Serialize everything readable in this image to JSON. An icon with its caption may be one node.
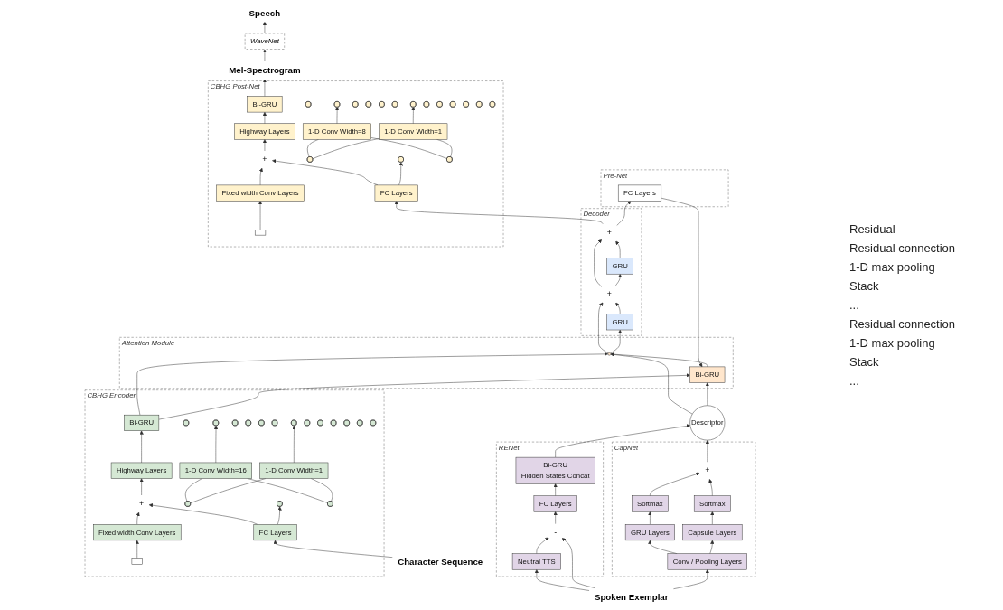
{
  "diagram": {
    "nodes": [
      {
        "text": [
          "Spoken Exemplar"
        ]
      },
      {
        "text": [
          "CapNet"
        ]
      },
      {
        "text": [
          "Conv / Pooling Layers"
        ],
        "in": 1
      },
      {
        "text": [
          "Capsule Layers"
        ],
        "in": 1
      },
      {
        "text": [
          "GRU Layers"
        ],
        "in": 1
      },
      {
        "text": [
          "Softmax"
        ],
        "in": 1
      },
      {
        "text": [
          "Softmax"
        ],
        "in": 1
      },
      {
        "text": [
          "+"
        ],
        "in": 1
      },
      {
        "text": [
          "RENet"
        ]
      },
      {
        "text": [
          "Neutral TTS"
        ],
        "in": 8
      },
      {
        "text": [
          "-"
        ],
        "in": 8
      },
      {
        "text": [
          "FC Layers"
        ],
        "in": 8
      },
      {
        "text": [
          "Bi-GRU",
          "Hidden States Concat"
        ],
        "in": 8
      },
      {
        "text": [
          "Descriptor"
        ]
      },
      {
        "text": [
          "Pre-Net"
        ]
      },
      {
        "text": [
          "FC Layers"
        ],
        "in": 14
      },
      {
        "text": [
          "Attention Module"
        ]
      },
      {
        "text": [
          "Bi-GRU"
        ],
        "in": 16
      },
      {
        "text": [],
        "shape": "circle",
        "in": 16
      },
      {
        "text": [
          "CBHG Encoder"
        ]
      },
      {
        "text": [
          "Bi-GRU"
        ],
        "in": 19
      },
      {
        "text": [
          "Highway Layers"
        ],
        "in": 19
      },
      {
        "text": [
          "+"
        ],
        "in": 19
      },
      {
        "text": [
          "Fixed width Conv Layers"
        ],
        "in": 19
      },
      {
        "text": [],
        "shape": "bar",
        "in": 19
      },
      {
        "text": [],
        "shape": "box",
        "in": 19
      },
      {
        "text": [],
        "shape": "box",
        "in": 19
      },
      {
        "text": [],
        "shape": "box",
        "in": 19
      },
      {
        "text": [],
        "shape": "box",
        "in": 19
      },
      {
        "text": [],
        "shape": "box",
        "in": 19
      },
      {
        "text": [],
        "shape": "box",
        "in": 19
      },
      {
        "text": [],
        "shape": "box",
        "in": 19
      },
      {
        "text": [],
        "shape": "box",
        "in": 19
      },
      {
        "text": [
          "1-D Conv Width=1"
        ],
        "in": 19
      },
      {
        "text": [
          "1-D Conv Width=16"
        ],
        "in": 19
      },
      {
        "text": [],
        "shape": "box",
        "in": 19
      },
      {
        "text": [],
        "shape": "box",
        "in": 19
      },
      {
        "text": [],
        "shape": "box",
        "in": 19
      },
      {
        "text": [],
        "shape": "box",
        "in": 19
      },
      {
        "text": [],
        "shape": "box",
        "in": 19
      },
      {
        "text": [],
        "shape": "box",
        "in": 19
      },
      {
        "text": [],
        "shape": "box",
        "in": 19
      },
      {
        "text": [],
        "shape": "box",
        "in": 19
      },
      {
        "text": [
          "FC Layers"
        ],
        "in": 19
      },
      {
        "text": [
          "Character Sequence"
        ]
      },
      {
        "text": [
          "Decoder"
        ]
      },
      {
        "text": [
          "+"
        ],
        "in": 45
      },
      {
        "text": [
          "GRU"
        ],
        "in": 45
      },
      {
        "text": [
          "+"
        ],
        "in": 45
      },
      {
        "text": [
          "GRU"
        ],
        "in": 45
      },
      {
        "text": [
          "CBHG Post-Net"
        ]
      },
      {
        "text": [
          "Bi-GRU"
        ],
        "in": 50
      },
      {
        "text": [
          "Highway Layers"
        ],
        "in": 50
      },
      {
        "text": [
          "+"
        ],
        "in": 50
      },
      {
        "text": [
          "Fixed width Conv Layers"
        ],
        "in": 50
      },
      {
        "text": [],
        "shape": "bar",
        "in": 50
      },
      {
        "text": [],
        "shape": "box",
        "in": 50
      },
      {
        "text": [],
        "shape": "box",
        "in": 50
      },
      {
        "text": [],
        "shape": "box",
        "in": 50
      },
      {
        "text": [],
        "shape": "box",
        "in": 50
      },
      {
        "text": [],
        "shape": "box",
        "in": 50
      },
      {
        "text": [],
        "shape": "box",
        "in": 50
      },
      {
        "text": [],
        "shape": "box",
        "in": 50
      },
      {
        "text": [],
        "shape": "box",
        "in": 50
      },
      {
        "text": [
          "1-D Conv Width=1"
        ],
        "in": 50
      },
      {
        "text": [
          "1-D Conv Width=8"
        ],
        "in": 50
      },
      {
        "text": [],
        "shape": "box",
        "in": 50
      },
      {
        "text": [],
        "shape": "box",
        "in": 50
      },
      {
        "text": [],
        "shape": "box",
        "in": 50
      },
      {
        "text": [],
        "shape": "box",
        "in": 50
      },
      {
        "text": [],
        "shape": "box",
        "in": 50
      },
      {
        "text": [],
        "shape": "box",
        "in": 50
      },
      {
        "text": [],
        "shape": "box",
        "in": 50
      },
      {
        "text": [],
        "shape": "box",
        "in": 50
      },
      {
        "text": [
          "FC Layers"
        ],
        "in": 50
      },
      {
        "text": [
          "Speech"
        ]
      },
      {
        "text": [
          "WaveNet"
        ]
      },
      {
        "text": [
          "Mel-Spectrogram"
        ]
      }
    ],
    "edges": [
      {
        "from": 0,
        "to": 2,
        "arrow": "to"
      },
      {
        "from": 0,
        "to": 10,
        "arrow": "to"
      },
      {
        "from": 0,
        "to": 9,
        "arrow": "to"
      },
      {
        "from": 2,
        "to": 3,
        "arrow": "to"
      },
      {
        "from": 2,
        "to": 4,
        "arrow": "to"
      },
      {
        "from": 3,
        "to": 5,
        "arrow": "to"
      },
      {
        "from": 4,
        "to": 6,
        "arrow": "to"
      },
      {
        "from": 5,
        "to": 7,
        "arrow": "to"
      },
      {
        "from": 6,
        "to": 7,
        "arrow": "to"
      },
      {
        "from": 9,
        "to": 10,
        "arrow": "to"
      },
      {
        "from": 10,
        "to": 11,
        "arrow": "to"
      },
      {
        "from": 11,
        "to": 12,
        "arrow": "to"
      },
      {
        "from": 7,
        "to": 13,
        "arrow": "to"
      },
      {
        "from": 12,
        "to": 13,
        "arrow": "to"
      },
      {
        "from": 13,
        "to": 17,
        "arrow": "to"
      },
      {
        "from": 13,
        "to": 18,
        "arrow": "to"
      },
      {
        "from": 20,
        "to": 17,
        "arrow": "to"
      },
      {
        "from": 20,
        "to": 18,
        "arrow": "to"
      },
      {
        "from": 15,
        "to": 17,
        "arrow": "to"
      },
      {
        "from": 17,
        "to": 18,
        "arrow": "to"
      },
      {
        "from": 18,
        "to": 49,
        "arrow": "to"
      },
      {
        "from": 18,
        "to": 48,
        "arrow": "to"
      },
      {
        "from": 49,
        "to": 48,
        "arrow": "to"
      },
      {
        "from": 48,
        "to": 47,
        "arrow": "to"
      },
      {
        "from": 48,
        "to": 46,
        "arrow": "to"
      },
      {
        "from": 47,
        "to": 46,
        "arrow": "to"
      },
      {
        "from": 46,
        "to": 15,
        "arrow": "to"
      },
      {
        "from": 46,
        "to": 74,
        "arrow": "to"
      },
      {
        "from": 44,
        "to": 43,
        "arrow": "to"
      },
      {
        "from": 43,
        "to": 39,
        "arrow": "to"
      },
      {
        "from": 43,
        "to": 22,
        "arrow": "to"
      },
      {
        "from": 35,
        "to": 33,
        "arrow": "none"
      },
      {
        "from": 35,
        "to": 34,
        "arrow": "none"
      },
      {
        "from": 42,
        "to": 33,
        "arrow": "none"
      },
      {
        "from": 42,
        "to": 34,
        "arrow": "none"
      },
      {
        "from": 33,
        "to": 26,
        "arrow": "to"
      },
      {
        "from": 34,
        "to": 31,
        "arrow": "to"
      },
      {
        "from": 24,
        "to": 23,
        "arrow": "to"
      },
      {
        "from": 23,
        "to": 22,
        "arrow": "to"
      },
      {
        "from": 22,
        "to": 21,
        "arrow": "to"
      },
      {
        "from": 21,
        "to": 20,
        "arrow": "to"
      },
      {
        "from": 74,
        "to": 70,
        "arrow": "to"
      },
      {
        "from": 74,
        "to": 53,
        "arrow": "to"
      },
      {
        "from": 66,
        "to": 64,
        "arrow": "none"
      },
      {
        "from": 66,
        "to": 65,
        "arrow": "none"
      },
      {
        "from": 73,
        "to": 64,
        "arrow": "none"
      },
      {
        "from": 73,
        "to": 65,
        "arrow": "none"
      },
      {
        "from": 64,
        "to": 57,
        "arrow": "to"
      },
      {
        "from": 65,
        "to": 62,
        "arrow": "to"
      },
      {
        "from": 55,
        "to": 54,
        "arrow": "to"
      },
      {
        "from": 54,
        "to": 53,
        "arrow": "to"
      },
      {
        "from": 53,
        "to": 52,
        "arrow": "to"
      },
      {
        "from": 52,
        "to": 51,
        "arrow": "to"
      },
      {
        "from": 51,
        "to": 77,
        "arrow": "to"
      },
      {
        "from": 77,
        "to": 76,
        "arrow": "to"
      },
      {
        "from": 76,
        "to": 75,
        "arrow": "to"
      }
    ],
    "labels": [
      "Residual",
      "Residual connection",
      "1-D max pooling",
      "Stack",
      "...",
      "Residual connection",
      "1-D max pooling",
      "Stack",
      "..."
    ]
  }
}
